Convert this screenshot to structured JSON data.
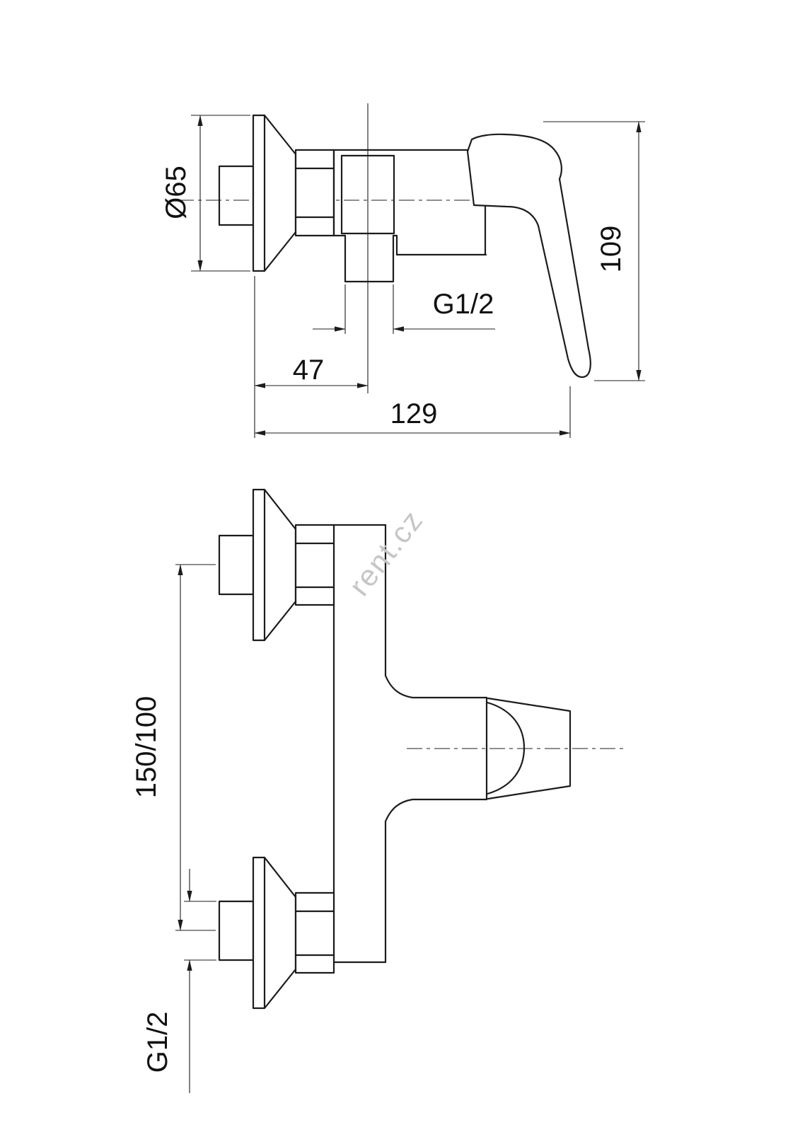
{
  "colors": {
    "ink": "#1c1c1c",
    "background": "#ffffff",
    "watermark": "#c6c6c6"
  },
  "watermark": {
    "text": "rent.cz"
  },
  "side_view": {
    "dim_diameter": "Ø65",
    "dim_total_height": "109",
    "dim_outlet_thread": "G1/2",
    "dim_wall_to_center": "47",
    "dim_total_depth": "129"
  },
  "front_view": {
    "dim_inlet_spacing": "150/100",
    "dim_inlet_thread": "G1/2"
  }
}
